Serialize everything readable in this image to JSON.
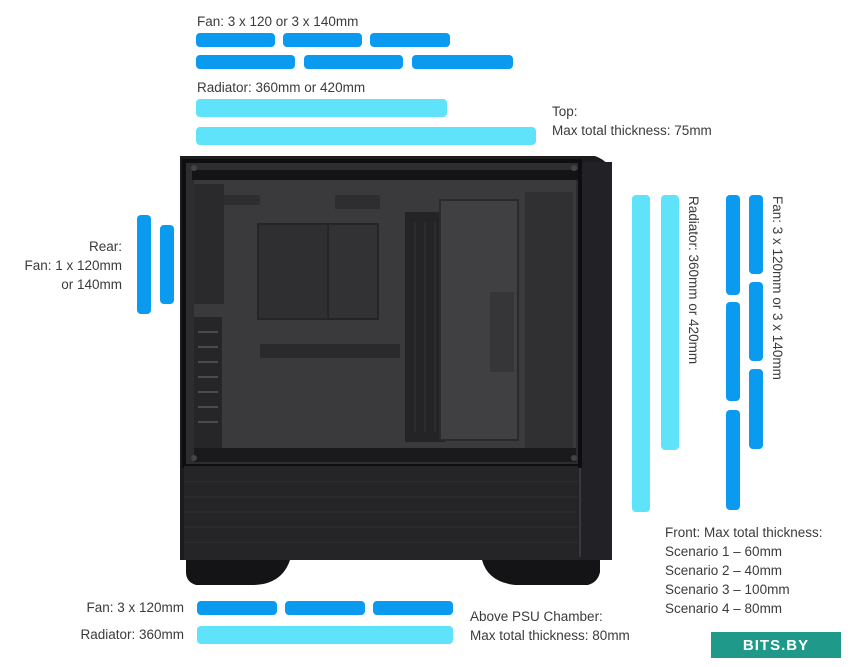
{
  "top": {
    "fan_label": "Fan: 3 x 120 or 3 x 140mm",
    "radiator_label": "Radiator: 360mm or 420mm",
    "thickness_title": "Top:",
    "thickness_value": "Max total thickness: 75mm"
  },
  "rear": {
    "title": "Rear:",
    "line1": "Fan: 1 x 120mm",
    "line2": "or 140mm"
  },
  "front": {
    "radiator_label": "Radiator: 360mm or 420mm",
    "fan_label": "Fan: 3 x 120mm or 3 x 140mm",
    "thickness_title": "Front: Max total thickness:",
    "scenarios": [
      "Scenario 1 – 60mm",
      "Scenario 2 – 40mm",
      "Scenario 3 – 100mm",
      "Scenario 4 – 80mm"
    ]
  },
  "bottom": {
    "fan_label": "Fan: 3 x 120mm",
    "radiator_label": "Radiator: 360mm",
    "chamber_title": "Above PSU Chamber:",
    "chamber_value": "Max total thickness: 80mm"
  },
  "watermark": "BITS.BY",
  "colors": {
    "fan_bar": "#0a9bf0",
    "radiator_bar": "#5fe3fb",
    "case_body": "#1c1c1e"
  }
}
